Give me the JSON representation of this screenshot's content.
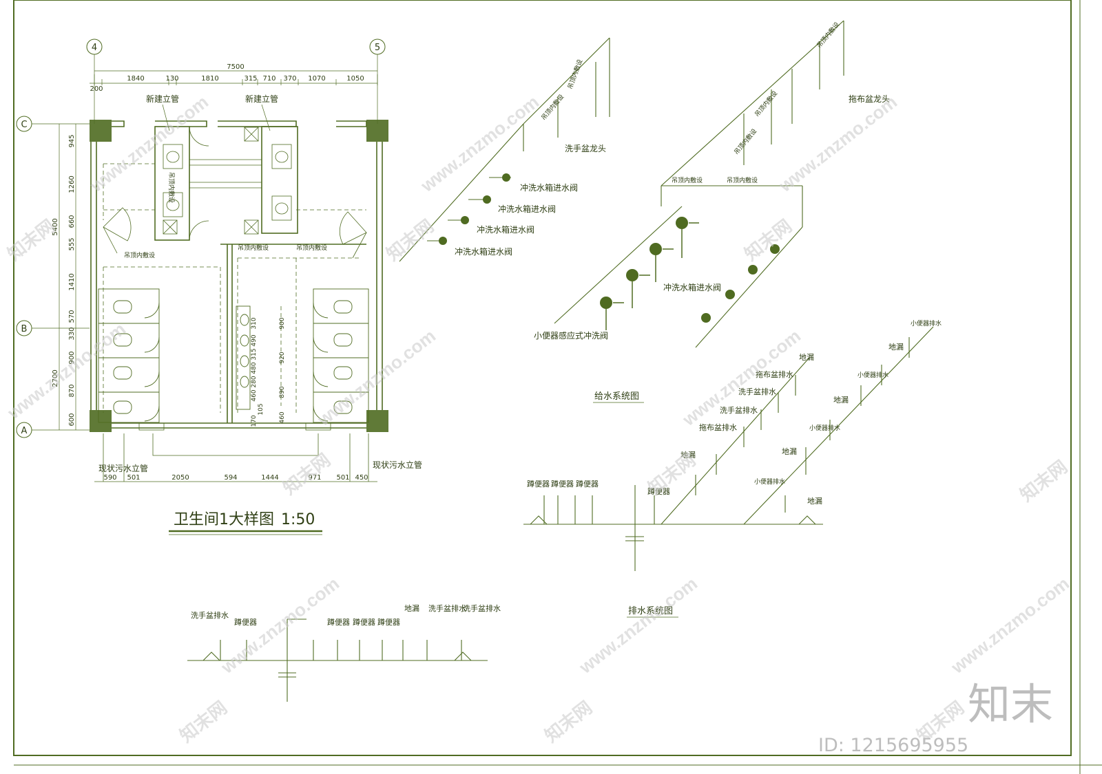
{
  "plan": {
    "title": "卫生间1大样图",
    "scale": "1:50",
    "axis_top": [
      "4",
      "5"
    ],
    "axis_left": [
      "C",
      "B",
      "A"
    ],
    "dims_top_total": "7500",
    "dims_top": [
      "200",
      "1840",
      "130",
      "1810",
      "315",
      "710",
      "370",
      "1070",
      "1050"
    ],
    "dims_left": [
      "945",
      "1260",
      "660",
      "555",
      "1410",
      "570",
      "330",
      "900",
      "870",
      "600"
    ],
    "dims_left_total_upper": "5400",
    "dims_left_total_lower": "2700",
    "dims_bottom": [
      "590",
      "501",
      "2050",
      "594",
      "1444",
      "971",
      "501",
      "450"
    ],
    "dims_inner_left": [
      "310",
      "490",
      "315",
      "480",
      "280",
      "460",
      "105",
      "170"
    ],
    "dims_inner_right": [
      "900",
      "920",
      "890",
      "460"
    ],
    "label_new_riser_1": "新建立管",
    "label_new_riser_2": "新建立管",
    "label_ceiling_1": "吊顶内敷设",
    "label_ceiling_2": "吊顶内敷设",
    "label_ceiling_3": "吊顶内敷设",
    "label_ceiling_4": "吊顶内敷设",
    "label_existing_sewer_1": "现状污水立管",
    "label_existing_sewer_2": "现状污水立管"
  },
  "supply": {
    "title": "给水系统图",
    "label_basin_tap": "洗手盆龙头",
    "label_mop_tap": "拖布盆龙头",
    "label_flush_valve": "冲洗水箱进水阀",
    "label_urinal_valve": "小便器感应式冲洗阀",
    "label_ceiling": "吊顶内敷设"
  },
  "drainage": {
    "title": "排水系统图",
    "label_floor_drain": "地漏",
    "label_mop_drain": "拖布盆排水",
    "label_basin_drain": "洗手盆排水",
    "label_squat_toilet": "蹲便器",
    "label_urinal_drain": "小便器排水"
  },
  "watermark": {
    "site": "www.znzmo.com",
    "brand": "知末网",
    "logo": "知末",
    "id_text": "ID: 1215695955"
  },
  "colors": {
    "line": "#4f6b21",
    "text": "#2f3f14",
    "watermark": "#c9c9c9"
  }
}
